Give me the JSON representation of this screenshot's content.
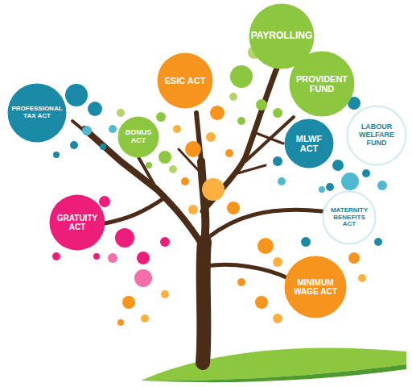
{
  "diagram": {
    "nodes": [
      {
        "text": [
          "PAYROLLING"
        ]
      },
      {
        "text": [
          "ESIC ACT"
        ]
      },
      {
        "text": [
          "PROVIDENT FUND"
        ]
      },
      {
        "text": [
          "PROFESSIONAL TAX ACT"
        ]
      },
      {
        "text": [
          "BONUS ACT"
        ]
      },
      {
        "text": [
          "MLWF ACT"
        ]
      },
      {
        "text": [
          "LABOUR WELFARE FUND"
        ]
      },
      {
        "text": [
          "GRATUITY ACT"
        ]
      },
      {
        "text": [
          "MATERNITY BENEFITS ACT"
        ]
      },
      {
        "text": [
          "MINIMUM WAGE ACT"
        ]
      }
    ]
  }
}
